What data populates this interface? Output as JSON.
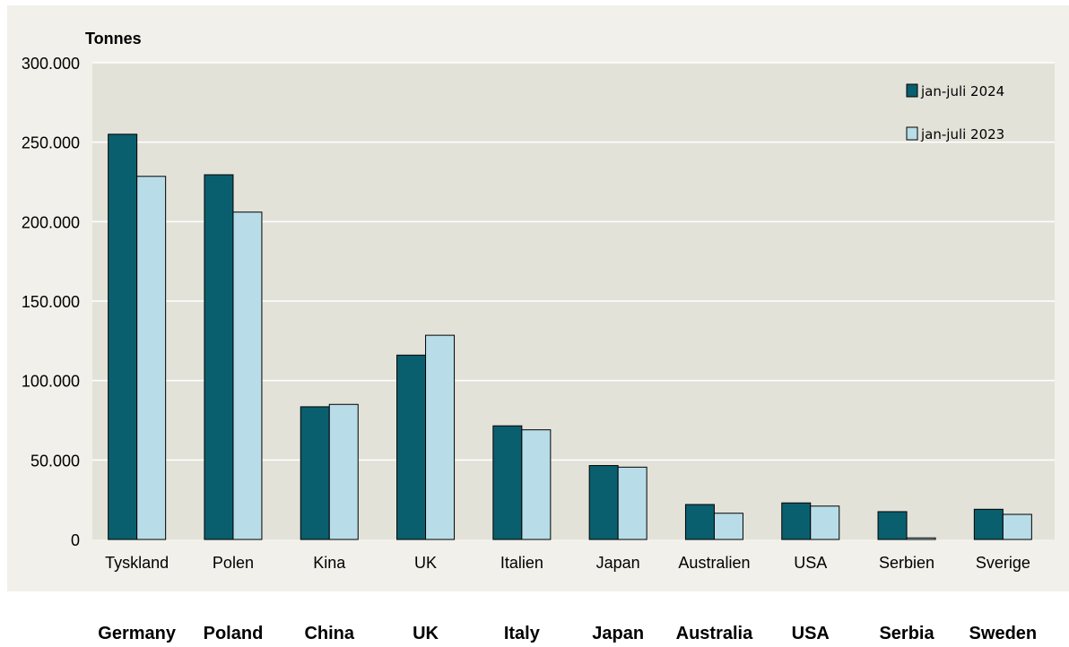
{
  "chart_data": {
    "type": "bar",
    "unit_label": "Tonnes",
    "categories": [
      "Tyskland",
      "Polen",
      "Kina",
      "UK",
      "Italien",
      "Japan",
      "Australien",
      "USA",
      "Serbien",
      "Sverige"
    ],
    "english_labels": [
      "Germany",
      "Poland",
      "China",
      "UK",
      "Italy",
      "Japan",
      "Australia",
      "USA",
      "Serbia",
      "Sweden"
    ],
    "series": [
      {
        "name": "jan-juli 2024",
        "color": "#0a5f6e",
        "values": [
          255000,
          229500,
          83500,
          116000,
          71500,
          46500,
          22000,
          23000,
          17500,
          19000
        ]
      },
      {
        "name": "jan-juli 2023",
        "color": "#b8dde8",
        "values": [
          228500,
          206000,
          85000,
          128500,
          69000,
          45500,
          16500,
          21000,
          1000,
          15800
        ]
      }
    ],
    "ylim": [
      0,
      300000
    ],
    "yticks": [
      0,
      50000,
      100000,
      150000,
      200000,
      250000,
      300000
    ],
    "ytick_labels": [
      "0",
      "50.000",
      "100.000",
      "150.000",
      "200.000",
      "250.000",
      "300.000"
    ],
    "grid": true,
    "legend_position": "top-right",
    "colors": {
      "outer_background": "#f1f0ea",
      "plot_background": "#e3e2d9",
      "gridline": "#ffffff"
    }
  }
}
